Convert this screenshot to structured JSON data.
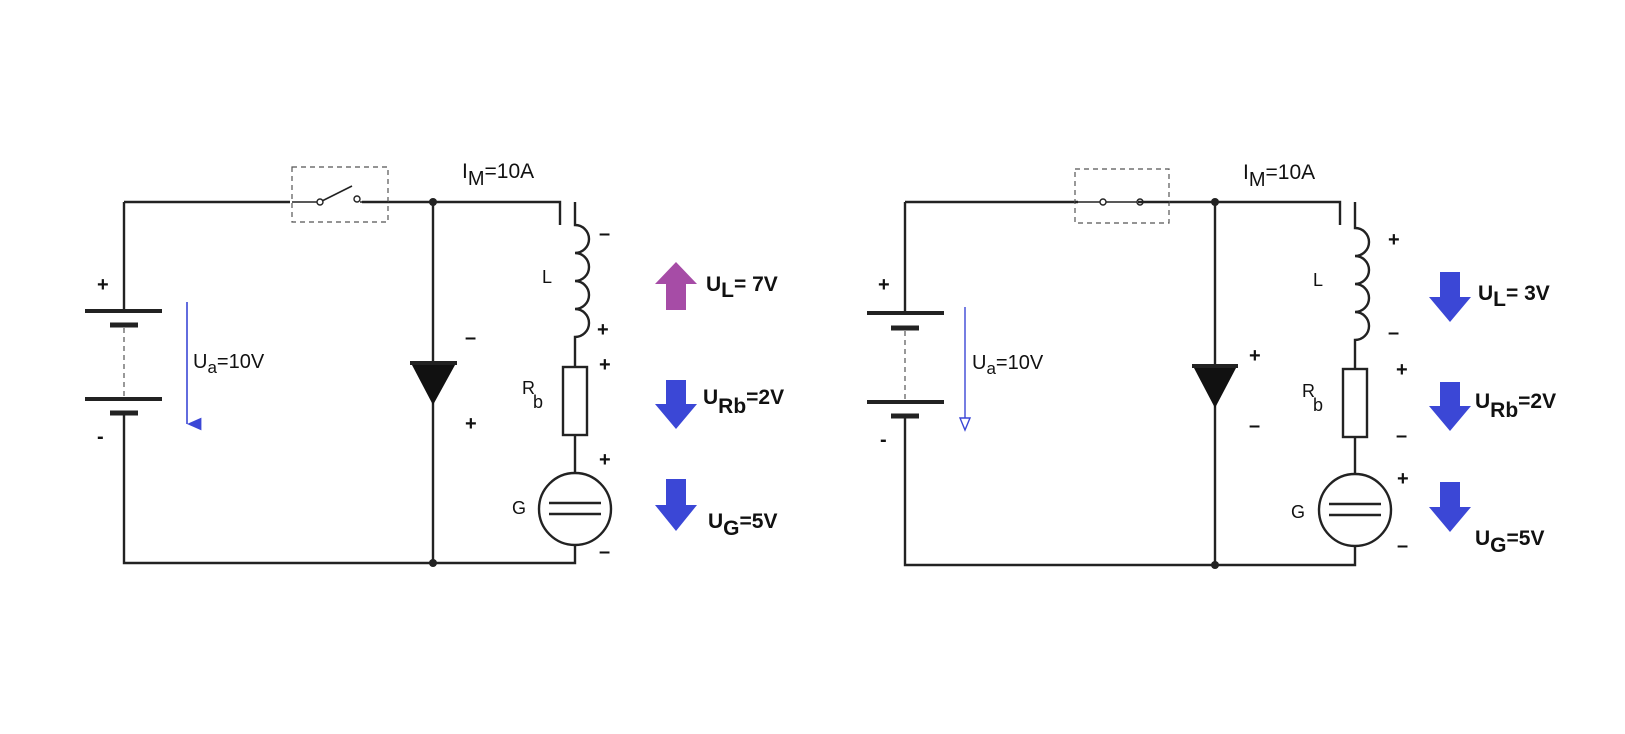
{
  "left": {
    "current_main": "I",
    "current_sub": "M",
    "current_value": "=10A",
    "source_main": "U",
    "source_sub": "a",
    "source_value": "=10V",
    "inductor_label": "L",
    "resistor_main": "R",
    "resistor_sub": "b",
    "generator_label": "G",
    "ul_main": "U",
    "ul_sub": "L",
    "ul_value": "= 7V",
    "urb_main": "U",
    "urb_sub": "Rb",
    "urb_value": "=2V",
    "ug_main": "U",
    "ug_sub": "G",
    "ug_value": "=5V",
    "battery_plus": "+",
    "battery_minus": "-",
    "diode_top": "–",
    "diode_bottom": "+",
    "inductor_top": "–",
    "inductor_bottom": "+",
    "resistor_top": "+",
    "gen_top": "+",
    "gen_bottom": "–"
  },
  "right": {
    "current_main": "I",
    "current_sub": "M",
    "current_value": "=10A",
    "source_main": "U",
    "source_sub": "a",
    "source_value": "=10V",
    "inductor_label": "L",
    "resistor_main": "R",
    "resistor_sub": "b",
    "generator_label": "G",
    "ul_main": "U",
    "ul_sub": "L",
    "ul_value": "= 3V",
    "urb_main": "U",
    "urb_sub": "Rb",
    "urb_value": "=2V",
    "ug_main": "U",
    "ug_sub": "G",
    "ug_value": "=5V",
    "battery_plus": "+",
    "battery_minus": "-",
    "diode_top": "+",
    "diode_bottom": "–",
    "inductor_top": "+",
    "inductor_bottom": "–",
    "resistor_top": "+",
    "resistor_bottom": "–",
    "gen_top": "+",
    "gen_bottom": "–"
  },
  "colors": {
    "arrow_blue": "#3b47d6",
    "arrow_purple": "#a64ca6",
    "wire": "#222222"
  }
}
